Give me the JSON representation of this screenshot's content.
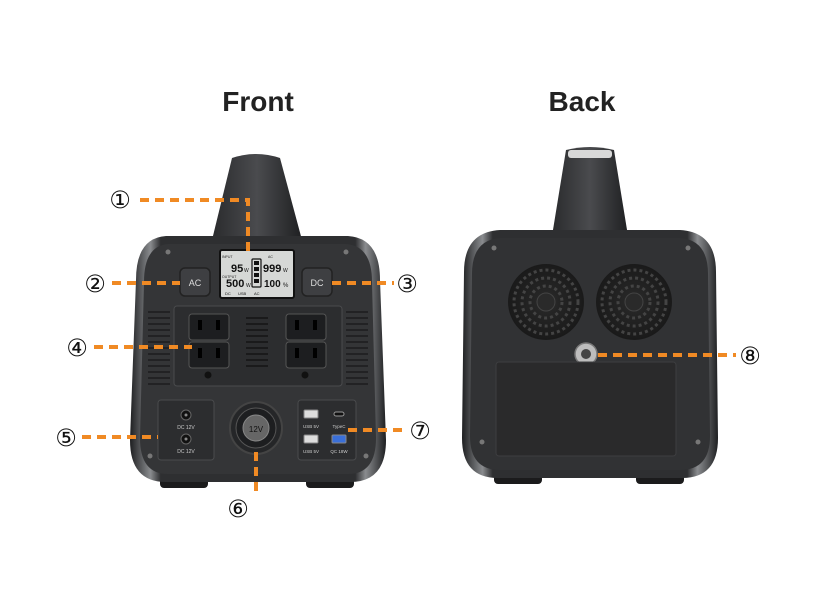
{
  "headings": {
    "front": "Front",
    "back": "Back"
  },
  "lcd": {
    "top_left_value": "95",
    "top_left_unit": "W",
    "top_left_tag": "INPUT",
    "top_right_value": "999",
    "top_right_unit": "W",
    "top_right_tag": "AC",
    "bottom_left_value": "500",
    "bottom_left_unit": "W",
    "bottom_left_tag": "OUTPUT",
    "bottom_right_value": "100",
    "bottom_right_unit": "%",
    "footer_dc": "DC",
    "footer_usb": "USB",
    "footer_ac": "AC"
  },
  "buttons": {
    "ac": "AC",
    "dc": "DC"
  },
  "ports": {
    "dc_top": "DC 12V",
    "dc_bottom": "DC 12V",
    "car_outlet": "12V",
    "usb_top": "USB 5V",
    "usb_bottom": "USB 5V",
    "typec": "TypeC",
    "qc": "QC 18W"
  },
  "callouts": [
    "①",
    "②",
    "③",
    "④",
    "⑤",
    "⑥",
    "⑦",
    "⑧"
  ],
  "colors": {
    "accent": "#f08a24",
    "body": "#3a3b3d",
    "panel": "#2b2c2e"
  }
}
